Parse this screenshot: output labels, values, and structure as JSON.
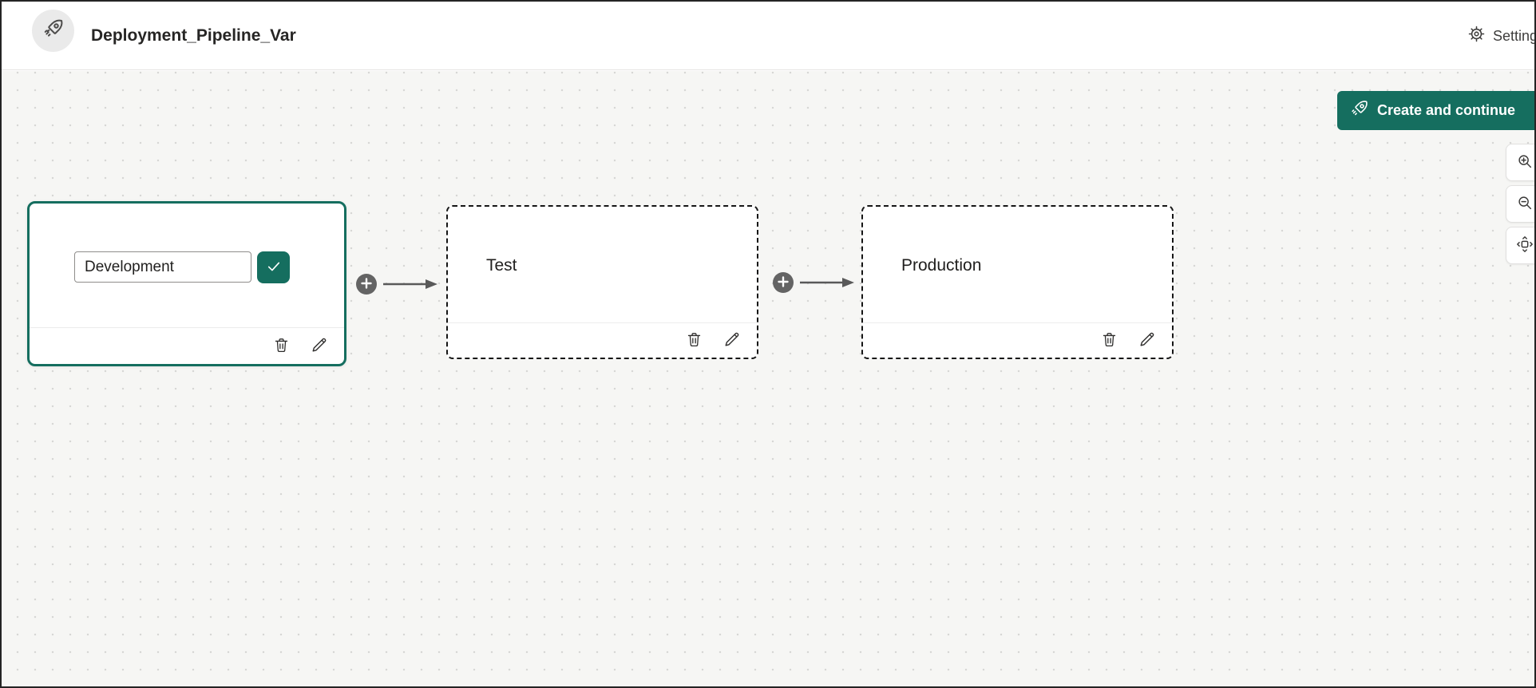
{
  "header": {
    "title": "Deployment_Pipeline_Var",
    "settings_label": "Settings"
  },
  "actions": {
    "create_button_label": "Create and continue"
  },
  "pipeline": {
    "stages": [
      {
        "name": "Development",
        "state": "editing",
        "input_value": "Development"
      },
      {
        "name": "Test",
        "state": "placeholder"
      },
      {
        "name": "Production",
        "state": "placeholder"
      }
    ]
  },
  "colors": {
    "accent": "#156e5f",
    "connector_gray": "#5f5f5f",
    "canvas_bg": "#f6f6f4"
  }
}
